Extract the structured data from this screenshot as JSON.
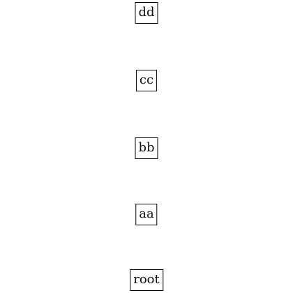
{
  "nodes": [
    {
      "id": "dd",
      "label": "dd"
    },
    {
      "id": "cc",
      "label": "cc"
    },
    {
      "id": "bb",
      "label": "bb"
    },
    {
      "id": "aa",
      "label": "aa"
    },
    {
      "id": "root",
      "label": "root"
    }
  ]
}
